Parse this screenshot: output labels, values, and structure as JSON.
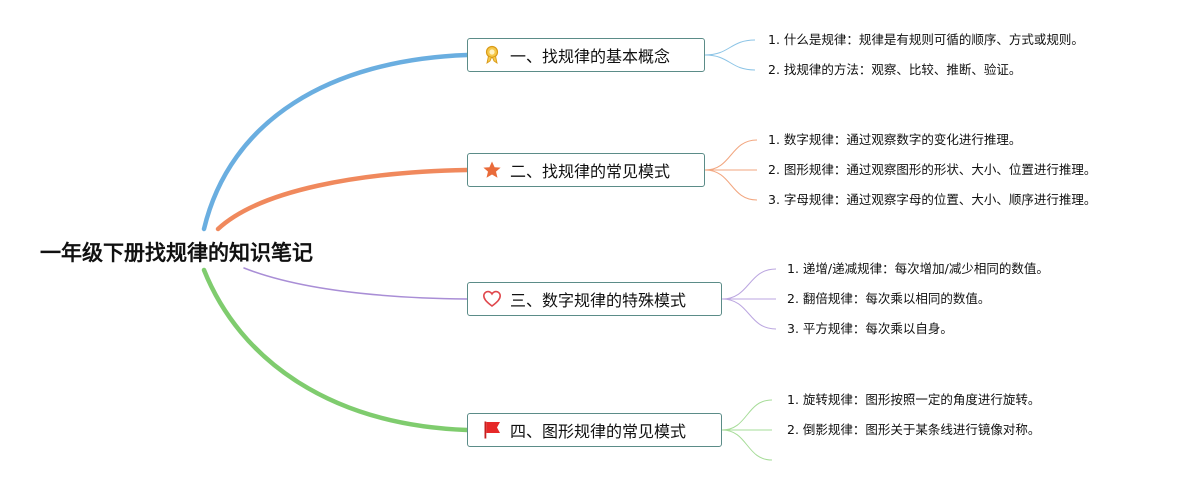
{
  "root": {
    "title": "一年级下册找规律的知识笔记"
  },
  "branches": [
    {
      "label": "一、找规律的基本概念",
      "icon": "award-medal-icon",
      "color": "#6aaee0",
      "items": [
        "1. 什么是规律：规律是有规则可循的顺序、方式或规则。",
        "2. 找规律的方法：观察、比较、推断、验证。"
      ]
    },
    {
      "label": "二、找规律的常见模式",
      "icon": "star-icon",
      "color": "#f0895d",
      "items": [
        "1. 数字规律：通过观察数字的变化进行推理。",
        "2. 图形规律：通过观察图形的形状、大小、位置进行推理。",
        "3. 字母规律：通过观察字母的位置、大小、顺序进行推理。"
      ]
    },
    {
      "label": "三、数字规律的特殊模式",
      "icon": "heart-icon",
      "color": "#a98ed6",
      "items": [
        "1. 递增/递减规律：每次增加/减少相同的数值。",
        "2. 翻倍规律：每次乘以相同的数值。",
        "3. 平方规律：每次乘以自身。"
      ]
    },
    {
      "label": "四、图形规律的常见模式",
      "icon": "red-flag-icon",
      "color": "#7fcc6e",
      "items": [
        "1. 旋转规律：图形按照一定的角度进行旋转。",
        "2. 倒影规律：图形关于某条线进行镜像对称。"
      ]
    }
  ]
}
